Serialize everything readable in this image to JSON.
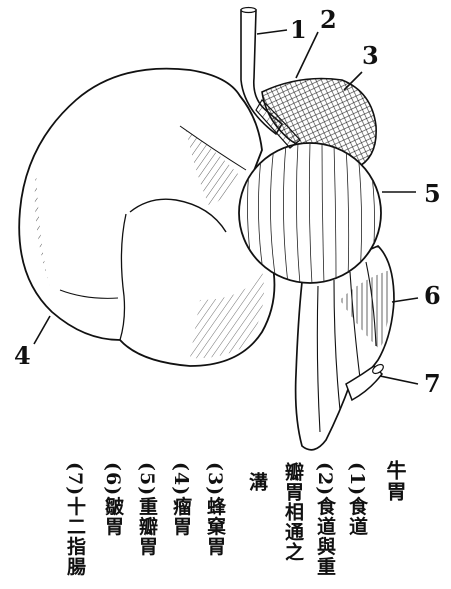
{
  "figure": {
    "labels": {
      "esophagus": "1",
      "groove": "2",
      "reticulum": "3",
      "rumen": "4",
      "omasum": "5",
      "abomasum": "6",
      "duodenum": "7"
    }
  },
  "caption": {
    "title": "牛胃",
    "lines": [
      "(1)食道",
      "(2)食道與重",
      "瓣胃相通之",
      "溝",
      "(3)蜂窠胃",
      "(4)瘤胃",
      "(5)重瓣胃",
      "(6)皺胃",
      "(7)十二指腸"
    ]
  },
  "colors": {
    "ink": "#111111",
    "paper": "#ffffff"
  }
}
